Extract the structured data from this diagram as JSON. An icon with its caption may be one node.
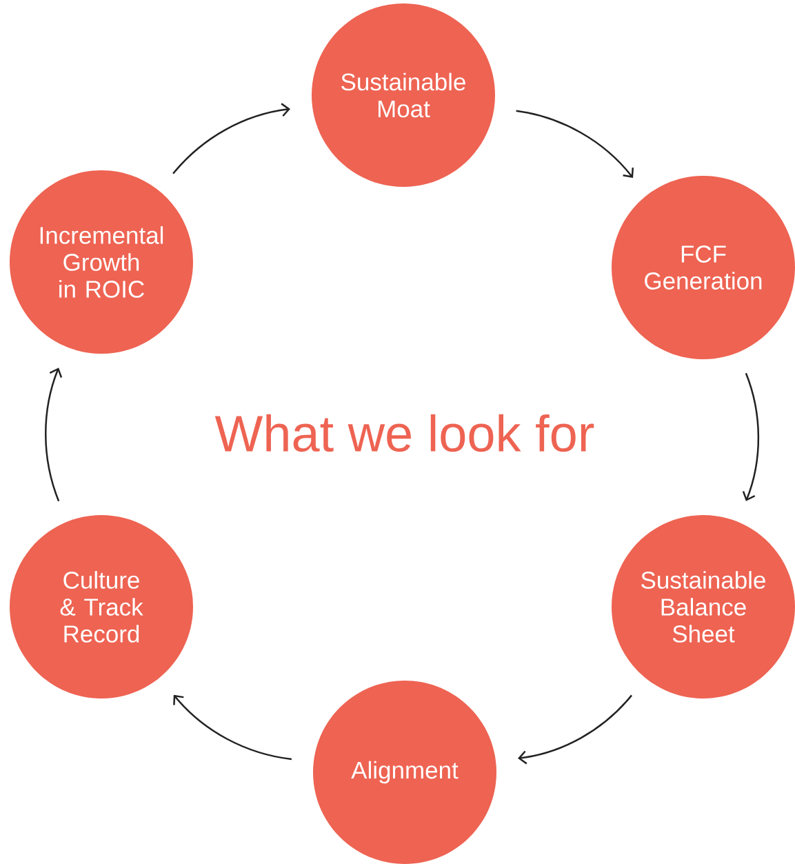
{
  "diagram": {
    "title": "What we look for",
    "nodes": [
      {
        "text": [
          "Sustainable Moat"
        ]
      },
      {
        "text": [
          "FCF Generation"
        ]
      },
      {
        "text": [
          "Sustainable Balance Sheet"
        ]
      },
      {
        "text": [
          "Alignment"
        ]
      },
      {
        "text": [
          "Culture & Track Record"
        ]
      },
      {
        "text": [
          "Incremental Growth in ROIC"
        ]
      }
    ],
    "edges": [
      {
        "from": 0,
        "to": 1,
        "arrow": "to"
      },
      {
        "from": 1,
        "to": 2,
        "arrow": "to"
      },
      {
        "from": 2,
        "to": 3,
        "arrow": "to"
      },
      {
        "from": 3,
        "to": 4,
        "arrow": "to"
      },
      {
        "from": 4,
        "to": 5,
        "arrow": "to"
      },
      {
        "from": 5,
        "to": 0,
        "arrow": "to"
      }
    ]
  }
}
